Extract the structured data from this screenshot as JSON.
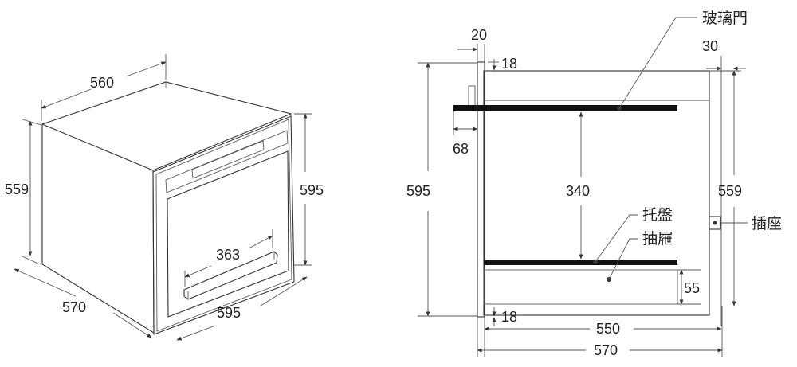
{
  "iso_view": {
    "dims": {
      "top_width": "560",
      "left_height": "559",
      "right_height": "595",
      "bottom_depth": "570",
      "bottom_width": "595",
      "handle_width": "363"
    }
  },
  "side_view": {
    "dims": {
      "door_thickness": "20",
      "top_gap": "18",
      "back_gap": "30",
      "handle_depth": "68",
      "overall_height": "595",
      "shelf_spacing": "340",
      "body_height": "559",
      "drawer_height": "55",
      "bottom_gap": "18",
      "inner_depth": "550",
      "overall_depth": "570"
    },
    "labels": {
      "glass_door": "玻璃門",
      "tray": "托盤",
      "drawer": "抽屜",
      "socket": "插座"
    }
  }
}
